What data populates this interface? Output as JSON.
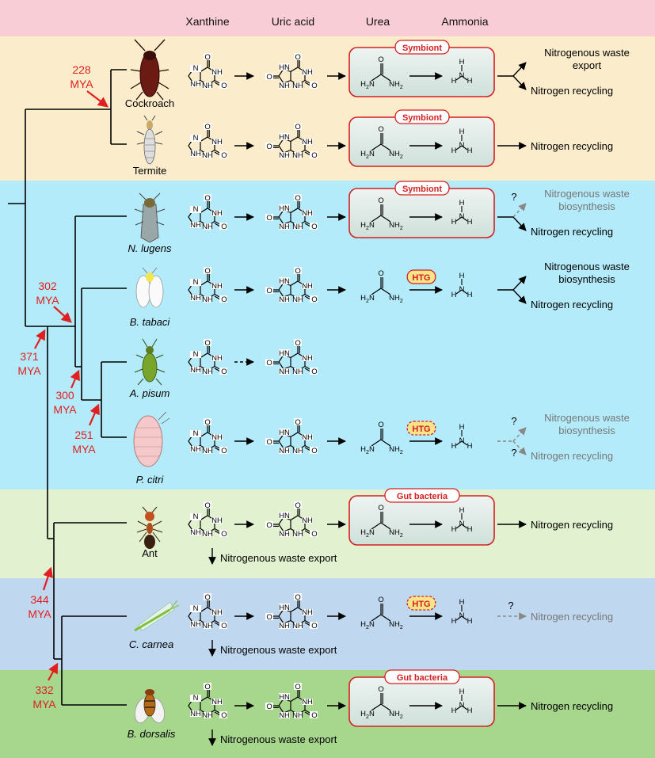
{
  "headers": {
    "xanthine": "Xanthine",
    "uric_acid": "Uric acid",
    "urea": "Urea",
    "ammonia": "Ammonia"
  },
  "species": {
    "cockroach": "Cockroach",
    "termite": "Termite",
    "nlugens": "N. lugens",
    "btabaci": "B. tabaci",
    "apisum": "A. pisum",
    "pcitri": "P. citri",
    "ant": "Ant",
    "ccarnea": "C. carnea",
    "bdorsalis": "B. dorsalis"
  },
  "badges": {
    "symbiont": "Symbiont",
    "htg": "HTG",
    "gut_bacteria": "Gut bacteria"
  },
  "outputs": {
    "waste_export": "Nitrogenous waste export",
    "waste_export_l1": "Nitrogenous waste",
    "waste_export_l2": "export",
    "recycling": "Nitrogen recycling",
    "biosynth_l1": "Nitrogenous waste",
    "biosynth_l2": "biosynthesis",
    "question": "?"
  },
  "divergence": {
    "d228": {
      "value": "228",
      "unit": "MYA"
    },
    "d302": {
      "value": "302",
      "unit": "MYA"
    },
    "d371": {
      "value": "371",
      "unit": "MYA"
    },
    "d300": {
      "value": "300",
      "unit": "MYA"
    },
    "d251": {
      "value": "251",
      "unit": "MYA"
    },
    "d344": {
      "value": "344",
      "unit": "MYA"
    },
    "d332": {
      "value": "332",
      "unit": "MYA"
    }
  },
  "chem": {
    "h": "H",
    "n": "N",
    "nh": "NH",
    "hn": "HN",
    "o": "O",
    "h2n": "H2N",
    "nh2": "NH2"
  },
  "colors": {
    "header_band": "#f9cdd6",
    "blattodea_band": "#fbeccb",
    "hemiptera_band": "#b4ebfb",
    "ant_band": "#e2f1cf",
    "ccarnea_band": "#bfd8ef",
    "bdorsalis_band": "#a6d78d",
    "arrow_red": "#e02020",
    "box_border": "#d42020"
  }
}
